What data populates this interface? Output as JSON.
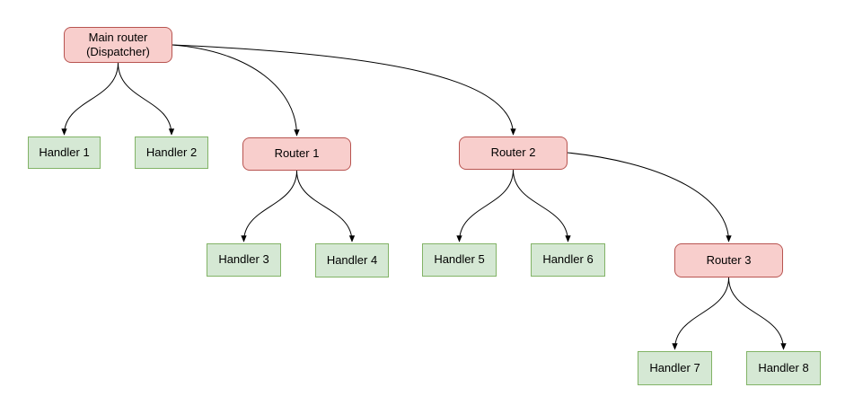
{
  "diagram": {
    "type": "flowchart",
    "nodes": [
      {
        "id": "main",
        "label": "Main router\n(Dispatcher)",
        "type": "router"
      },
      {
        "id": "handler1",
        "label": "Handler 1",
        "type": "handler"
      },
      {
        "id": "handler2",
        "label": "Handler 2",
        "type": "handler"
      },
      {
        "id": "router1",
        "label": "Router 1",
        "type": "router"
      },
      {
        "id": "router2",
        "label": "Router 2",
        "type": "router"
      },
      {
        "id": "handler3",
        "label": "Handler 3",
        "type": "handler"
      },
      {
        "id": "handler4",
        "label": "Handler 4",
        "type": "handler"
      },
      {
        "id": "handler5",
        "label": "Handler 5",
        "type": "handler"
      },
      {
        "id": "handler6",
        "label": "Handler 6",
        "type": "handler"
      },
      {
        "id": "router3",
        "label": "Router 3",
        "type": "router"
      },
      {
        "id": "handler7",
        "label": "Handler 7",
        "type": "handler"
      },
      {
        "id": "handler8",
        "label": "Handler 8",
        "type": "handler"
      }
    ],
    "edges": [
      {
        "from": "main",
        "to": "handler1"
      },
      {
        "from": "main",
        "to": "handler2"
      },
      {
        "from": "main",
        "to": "router1"
      },
      {
        "from": "main",
        "to": "router2"
      },
      {
        "from": "router1",
        "to": "handler3"
      },
      {
        "from": "router1",
        "to": "handler4"
      },
      {
        "from": "router2",
        "to": "handler5"
      },
      {
        "from": "router2",
        "to": "handler6"
      },
      {
        "from": "router2",
        "to": "router3"
      },
      {
        "from": "router3",
        "to": "handler7"
      },
      {
        "from": "router3",
        "to": "handler8"
      }
    ],
    "colors": {
      "router_fill": "#f8cecc",
      "router_stroke": "#b85450",
      "handler_fill": "#d5e8d4",
      "handler_stroke": "#82b366",
      "edge": "#000000",
      "text": "#000000",
      "background": "#ffffff"
    }
  }
}
